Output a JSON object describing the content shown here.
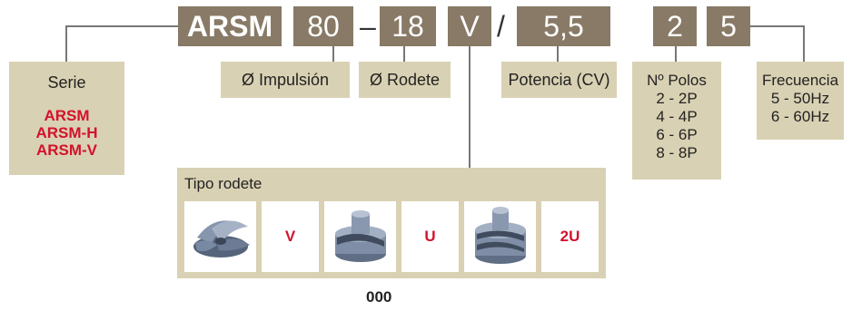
{
  "header": {
    "series_code": "ARSM",
    "impulsion_code": "80",
    "dash": "–",
    "rodete_code": "18",
    "tipo_code": "V",
    "slash": "/",
    "potencia_code": "5,5",
    "polos_code": "2",
    "frecuencia_code": "5"
  },
  "labels": {
    "serie_title": "Serie",
    "serie_items": [
      "ARSM",
      "ARSM-H",
      "ARSM-V"
    ],
    "impulsion": "Ø Impulsión",
    "rodete": "Ø Rodete",
    "potencia": "Potencia (CV)",
    "polos_title": "Nº Polos",
    "polos_items": [
      "2 - 2P",
      "4 - 4P",
      "6 - 6P",
      "8 - 8P"
    ],
    "frecuencia_title": "Frecuencia",
    "frecuencia_items": [
      "5 - 50Hz",
      "6 - 60Hz"
    ]
  },
  "tipo_rodete": {
    "title": "Tipo rodete",
    "options": [
      {
        "code": "V",
        "icon": "open-vortex-impeller-icon"
      },
      {
        "code": "U",
        "icon": "single-channel-impeller-icon"
      },
      {
        "code": "2U",
        "icon": "double-channel-impeller-icon"
      }
    ]
  },
  "footer_code": "000",
  "colors": {
    "code_box": "#887a67",
    "label_box": "#d9d1b3",
    "accent_red": "#d3122d",
    "connector": "#777777"
  }
}
